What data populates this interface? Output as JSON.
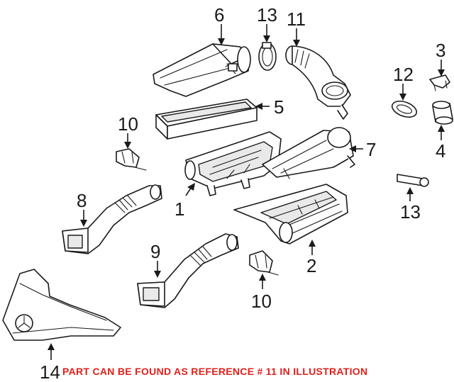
{
  "callouts": {
    "c6": "6",
    "c13a": "13",
    "c11": "11",
    "c3": "3",
    "c12": "12",
    "c5": "5",
    "c10a": "10",
    "c7": "7",
    "c4": "4",
    "c13b": "13",
    "c8": "8",
    "c1": "1",
    "c2": "2",
    "c9": "9",
    "c10b": "10",
    "c14": "14"
  },
  "notice": "PART CAN BE FOUND AS REFERENCE # 11 IN ILLUSTRATION",
  "colors": {
    "notice": "#e0201b",
    "line": "#1a1a1a"
  }
}
